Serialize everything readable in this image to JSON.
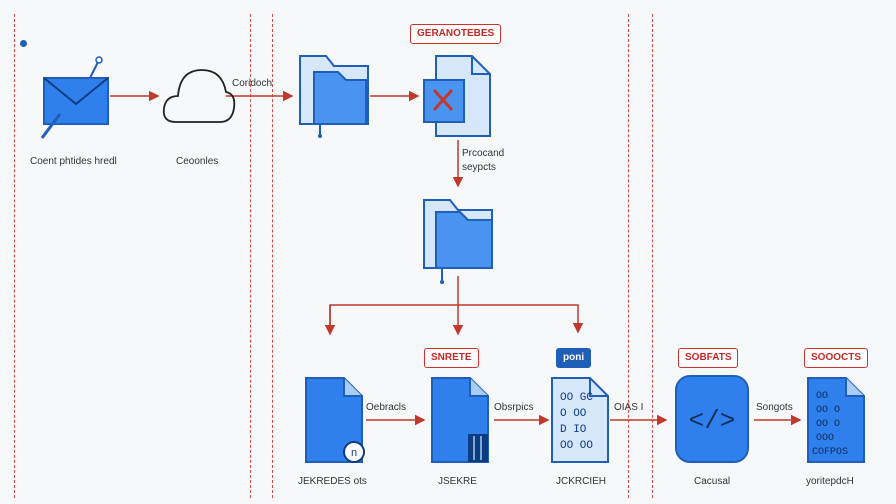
{
  "nodes": {
    "mail_label": "Coent phtides hredl",
    "cloud_label": "Ceoonles",
    "cloud_edge_label": "Coridoch",
    "top_tag": "GERANOTEBES",
    "process_label_1": "Prcocand",
    "process_label_2": "seypcts",
    "doc1_edge_label": "Oebracls",
    "doc1_label": "JEKREDES ots",
    "doc2_tag": "SNRETE",
    "doc2_edge_label": "Obsrpics",
    "doc2_label": "JSEKRE",
    "doc3_tag": "poni",
    "doc3_label": "JCKRCIEH",
    "doc3_lines": [
      "OO GC",
      "O OO",
      "D IO",
      "OO OO"
    ],
    "doc3_edge_label": "OIAS I",
    "code_tag": "SOBFATS",
    "code_symbol": "</>",
    "code_label": "Cacusal",
    "code_edge_label": "Songots",
    "doc4_tag": "SOOOCTS",
    "doc4_lines": [
      "OO",
      "OO O",
      "OO O",
      "OOO",
      "COFPOS"
    ],
    "doc4_label": "yoritepdcH"
  },
  "colors": {
    "accent_blue": "#2f80ed",
    "dark_blue": "#1f5fb8",
    "arrow_red": "#c0392b"
  }
}
